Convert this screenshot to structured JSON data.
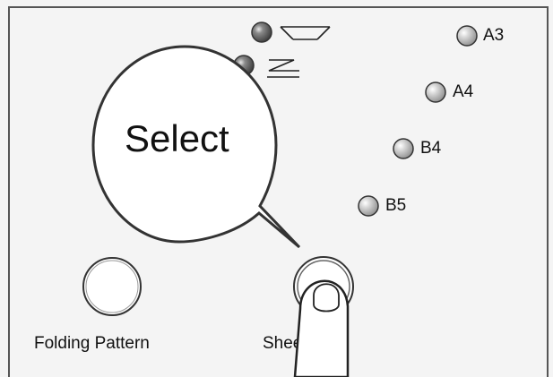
{
  "callout": {
    "text": "Select"
  },
  "indicators": [
    {
      "label": "A3",
      "lit": false
    },
    {
      "label": "A4",
      "lit": false
    },
    {
      "label": "B4",
      "lit": false
    },
    {
      "label": "B5",
      "lit": false
    }
  ],
  "mode_indicators": [
    {
      "symbol": "fold-triangle-icon",
      "lit": true
    },
    {
      "symbol": "fold-z-icon",
      "lit": true
    }
  ],
  "buttons": {
    "folding_pattern": {
      "label": "Folding Pattern"
    },
    "sheet_size": {
      "label": "Sheet Size"
    }
  },
  "colors": {
    "panel_bg": "#f4f4f4",
    "led_off": "#c8c8c8",
    "led_on": "#7a7a7a",
    "outline": "#333333"
  }
}
